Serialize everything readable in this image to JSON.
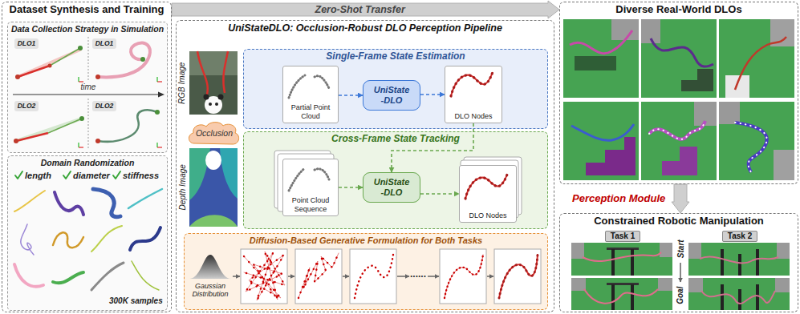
{
  "diagram": {
    "nodes": [
      {
        "text": [
          "Dataset Synthesis and Training"
        ]
      },
      {
        "text": [
          "Data Collection Strategy in Simulation"
        ],
        "in": 0
      },
      {
        "text": [
          "DLO1"
        ],
        "in": 1
      },
      {
        "text": [
          "DLO1"
        ],
        "in": 1
      },
      {
        "text": [
          "DLO2"
        ],
        "in": 1
      },
      {
        "text": [
          "DLO2"
        ],
        "in": 1
      },
      {
        "text": [
          "Domain Randomization"
        ],
        "in": 0
      },
      {
        "text": [
          "UniStateDLO: Occlusion-Robust DLO Perception Pipeline"
        ]
      },
      {
        "text": [
          "Occlusion"
        ],
        "in": 7
      },
      {
        "text": [
          "Single-Frame State Estimation"
        ],
        "in": 7
      },
      {
        "text": [
          "Partial Point Cloud"
        ],
        "in": 9
      },
      {
        "text": [
          "UniState -DLO"
        ],
        "in": 9
      },
      {
        "text": [
          "DLO Nodes"
        ],
        "in": 9
      },
      {
        "text": [
          "Cross-Frame State Tracking"
        ],
        "in": 7
      },
      {
        "text": [
          "Point Cloud Sequence"
        ],
        "in": 13
      },
      {
        "text": [
          "UniState -DLO"
        ],
        "in": 13
      },
      {
        "text": [
          "DLO Nodes"
        ],
        "in": 13
      },
      {
        "text": [
          "Diffusion-Based Generative Formulation for Both Tasks"
        ],
        "in": 7
      },
      {
        "text": [
          "Diverse Real-World DLOs"
        ]
      },
      {
        "text": [
          "Constrained Robotic Manipulation"
        ]
      },
      {
        "text": [
          "Task 1"
        ],
        "in": 19
      },
      {
        "text": [
          "Task 2"
        ],
        "in": 19
      }
    ],
    "edges": [
      {
        "from": 0,
        "to": 18,
        "label": "Zero-Shot Transfer",
        "arrow": "to"
      },
      {
        "from": 10,
        "to": 11,
        "arrow": "to"
      },
      {
        "from": 11,
        "to": 12,
        "arrow": "to"
      },
      {
        "from": 12,
        "to": 15,
        "arrow": "to"
      },
      {
        "from": 14,
        "to": 15,
        "arrow": "to"
      },
      {
        "from": 15,
        "to": 16,
        "arrow": "to"
      },
      {
        "from": 18,
        "to": 19,
        "label": "Perception Module",
        "arrow": "to"
      }
    ],
    "labels": [
      "time",
      "length",
      "diameter",
      "stiffness",
      "300K samples",
      "RGB Image",
      "Depth Image",
      "Gaussian Distribution",
      "......",
      "Start",
      "Goal"
    ]
  }
}
